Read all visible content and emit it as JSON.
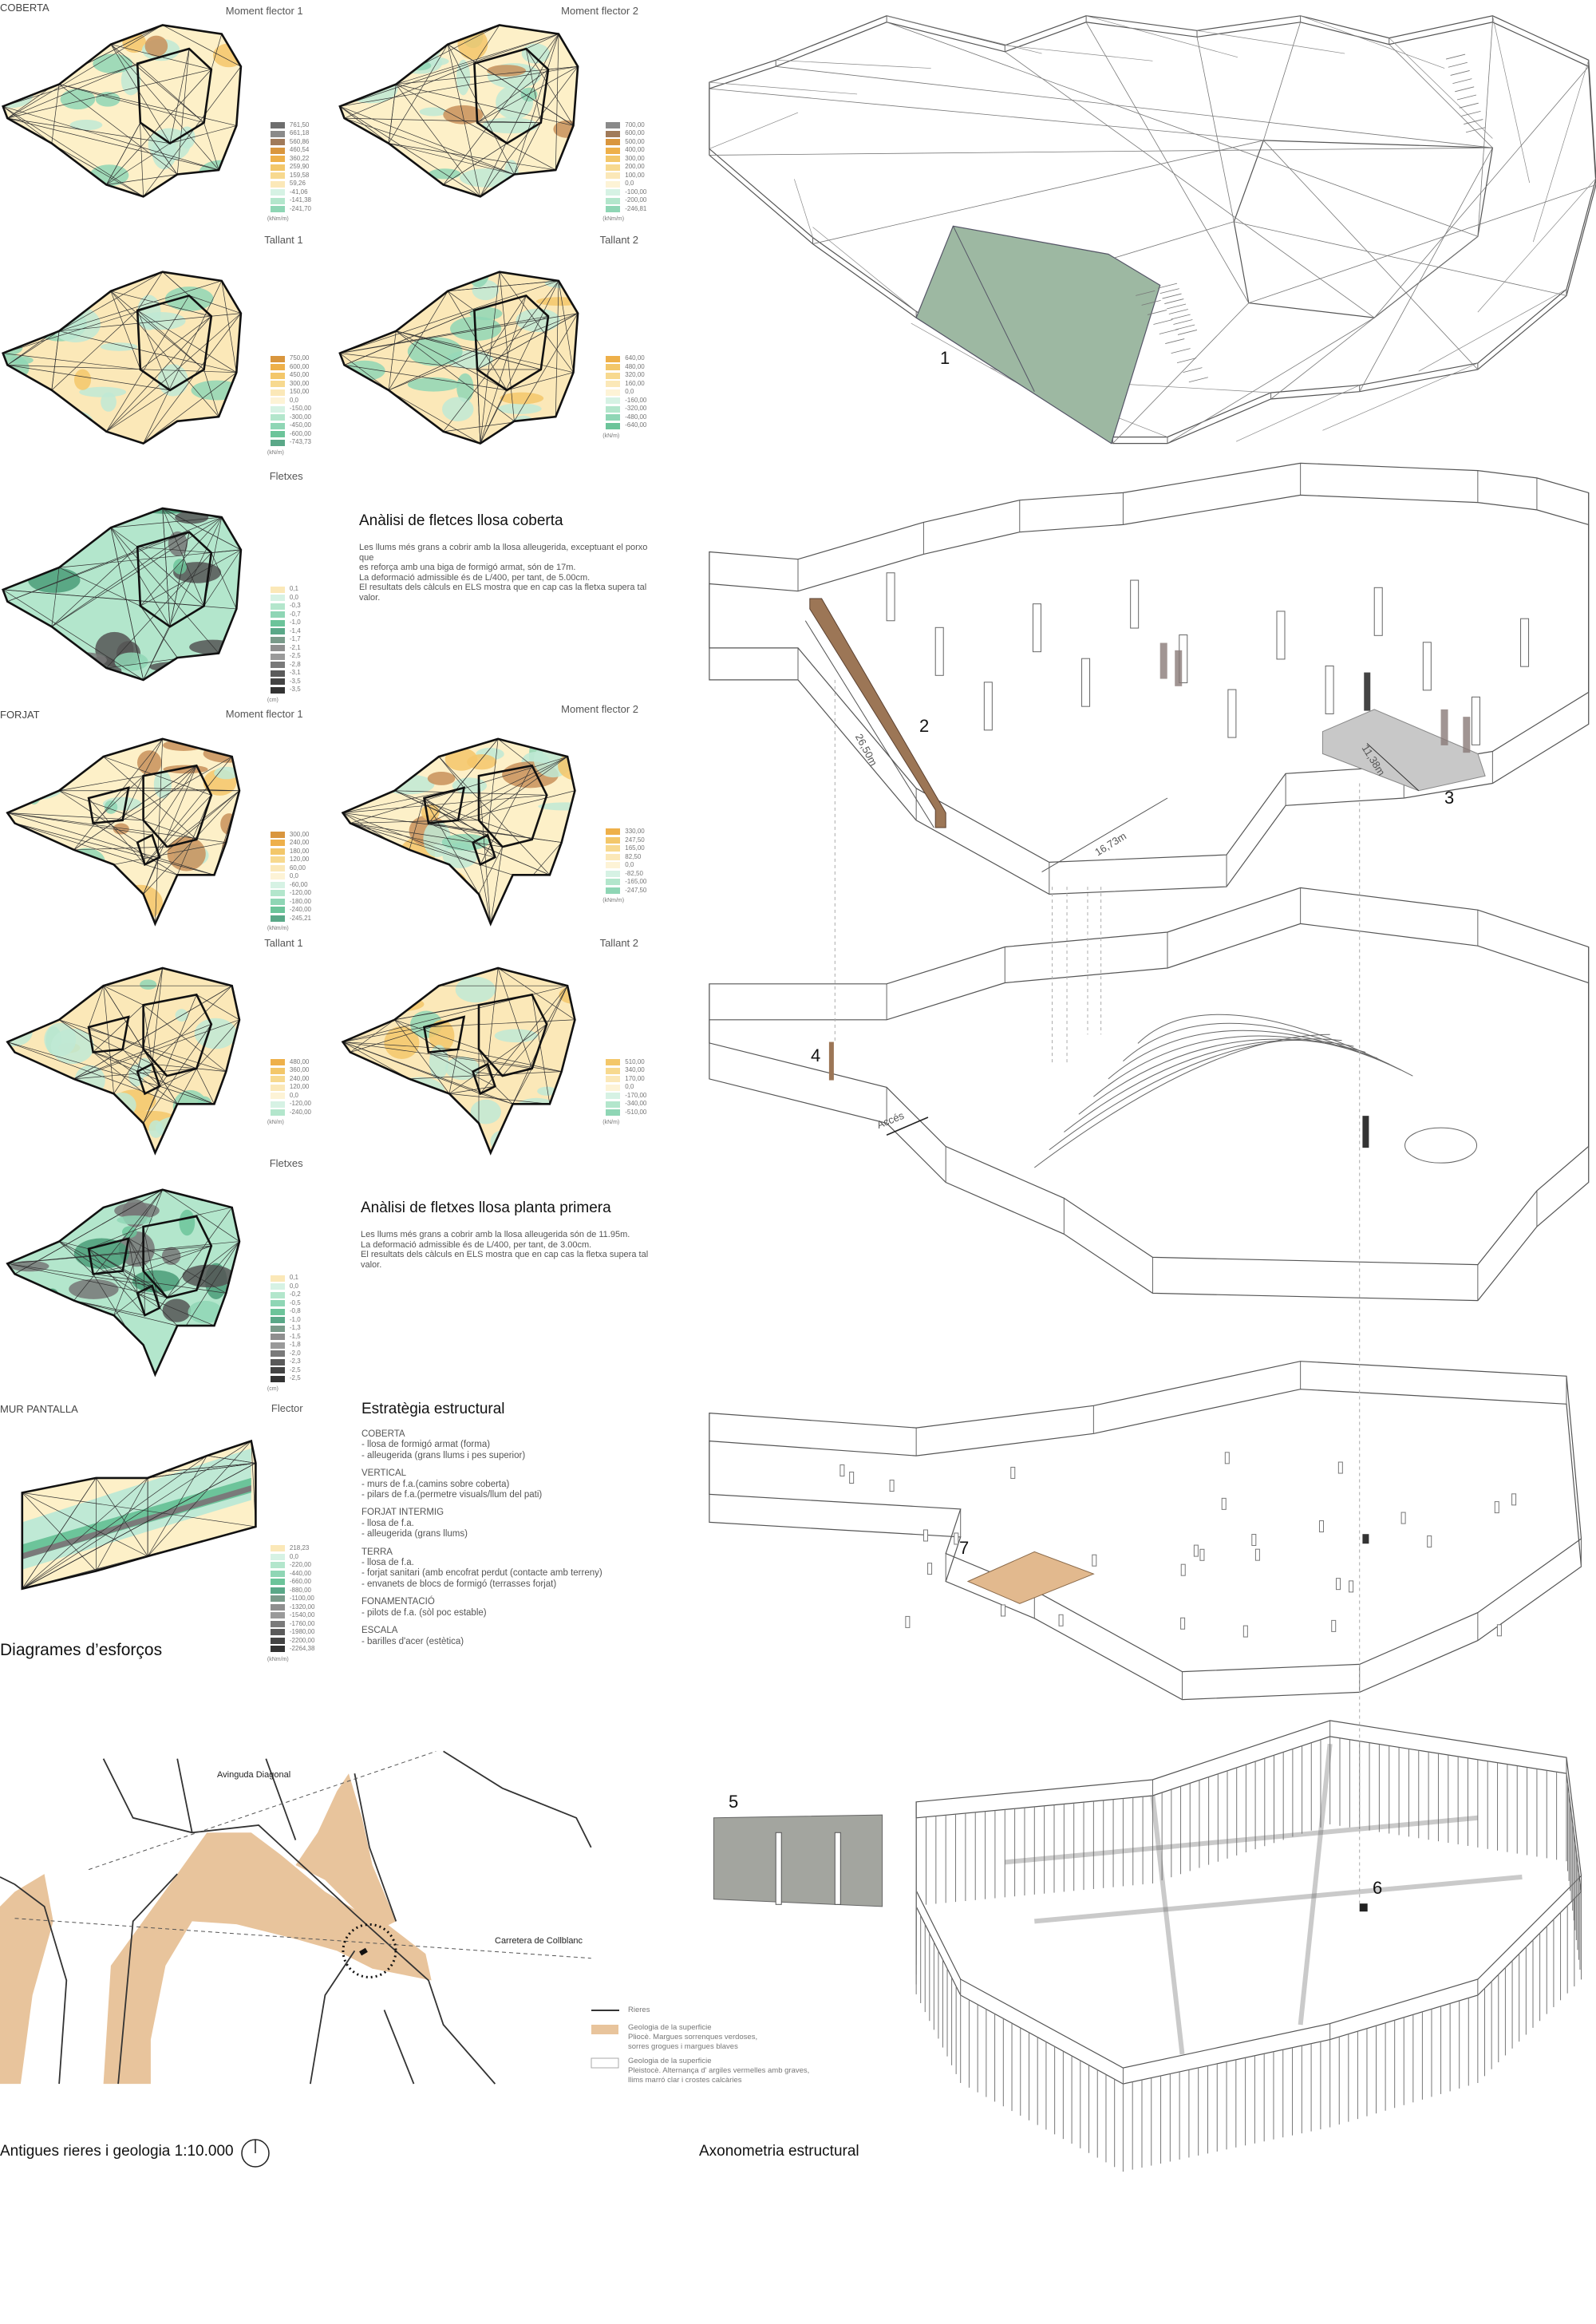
{
  "sections": {
    "coberta": "COBERTA",
    "forjat": "FORJAT",
    "mur": "MUR PANTALLA"
  },
  "plots": [
    {
      "label": "Moment flector 1",
      "kind": "moment",
      "legend": {
        "values": [
          "761,50",
          "661,18",
          "560,86",
          "460,54",
          "360,22",
          "259,90",
          "159,58",
          "59,26",
          "-41,06",
          "-141,38",
          "-241,70"
        ],
        "unit": "(kNm/m)"
      }
    },
    {
      "label": "Moment flector 2",
      "kind": "moment",
      "legend": {
        "values": [
          "700,00",
          "600,00",
          "500,00",
          "400,00",
          "300,00",
          "200,00",
          "100,00",
          "0,0",
          "-100,00",
          "-200,00",
          "-246,81"
        ],
        "unit": "(kNm/m)"
      }
    },
    {
      "label": "Tallant 1",
      "kind": "shear",
      "legend": {
        "values": [
          "750,00",
          "600,00",
          "450,00",
          "300,00",
          "150,00",
          "0,0",
          "-150,00",
          "-300,00",
          "-450,00",
          "-600,00",
          "-743,73"
        ],
        "unit": "(kN/m)"
      }
    },
    {
      "label": "Tallant 2",
      "kind": "shear",
      "legend": {
        "values": [
          "640,00",
          "480,00",
          "320,00",
          "160,00",
          "0,0",
          "-160,00",
          "-320,00",
          "-480,00",
          "-640,00"
        ],
        "unit": "(kN/m)"
      }
    },
    {
      "label": "Fletxes",
      "kind": "deflection",
      "legend": {
        "values": [
          "0,1",
          "0,0",
          "-0,3",
          "-0,7",
          "-1,0",
          "-1,4",
          "-1,7",
          "-2,1",
          "-2,5",
          "-2,8",
          "-3,1",
          "-3,5",
          "-3,5"
        ],
        "unit": "(cm)"
      }
    },
    {
      "label": "Moment flector 1",
      "kind": "moment",
      "legend": {
        "values": [
          "300,00",
          "240,00",
          "180,00",
          "120,00",
          "60,00",
          "0,0",
          "-60,00",
          "-120,00",
          "-180,00",
          "-240,00",
          "-245,21"
        ],
        "unit": "(kNm/m)"
      }
    },
    {
      "label": "Moment flector 2",
      "kind": "moment",
      "legend": {
        "values": [
          "330,00",
          "247,50",
          "165,00",
          "82,50",
          "0,0",
          "-82,50",
          "-165,00",
          "-247,50"
        ],
        "unit": "(kNm/m)"
      }
    },
    {
      "label": "Tallant 1",
      "kind": "shear",
      "legend": {
        "values": [
          "480,00",
          "360,00",
          "240,00",
          "120,00",
          "0,0",
          "-120,00",
          "-240,00"
        ],
        "unit": "(kN/m)"
      }
    },
    {
      "label": "Tallant 2",
      "kind": "shear",
      "legend": {
        "values": [
          "510,00",
          "340,00",
          "170,00",
          "0,0",
          "-170,00",
          "-340,00",
          "-510,00"
        ],
        "unit": "(kN/m)"
      }
    },
    {
      "label": "Fletxes",
      "kind": "deflection",
      "legend": {
        "values": [
          "0,1",
          "0,0",
          "-0,2",
          "-0,5",
          "-0,8",
          "-1,0",
          "-1,3",
          "-1,5",
          "-1,8",
          "-2,0",
          "-2,3",
          "-2,5",
          "-2,5"
        ],
        "unit": "(cm)"
      }
    },
    {
      "label": "Flector",
      "kind": "wall",
      "legend": {
        "values": [
          "218,23",
          "0,0",
          "-220,00",
          "-440,00",
          "-660,00",
          "-880,00",
          "-1100,00",
          "-1320,00",
          "-1540,00",
          "-1760,00",
          "-1980,00",
          "-2200,00",
          "-2264,38"
        ],
        "unit": "(kNm/m)"
      }
    }
  ],
  "analysis_coberta": {
    "title": "Anàlisi de fletces llosa coberta",
    "lines": [
      "Les llums més grans a cobrir amb la llosa alleugerida, exceptuant el porxo",
      "que",
      "es reforça amb una biga de formigó armat, són de 17m.",
      "La deformació admissible és de L/400, per tant, de 5.00cm.",
      "El resultats dels càlculs en ELS mostra que en cap cas la fletxa supera tal",
      "valor."
    ]
  },
  "analysis_forjat": {
    "title": "Anàlisi de fletxes llosa planta primera",
    "lines": [
      "Les llums més grans a cobrir amb la llosa alleugerida són de 11.95m.",
      "La deformació admissible és de L/400, per tant, de 3.00cm.",
      "El resultats dels càlculs en ELS mostra que en cap cas la fletxa supera tal",
      "valor."
    ]
  },
  "strategy": {
    "title": "Estratègia estructural",
    "groups": [
      {
        "name": "COBERTA",
        "items": [
          "- llosa de formigó armat (forma)",
          "- alleugerida (grans llums i pes superior)"
        ]
      },
      {
        "name": "VERTICAL",
        "items": [
          "- murs de f.a.(camins sobre coberta)",
          "- pilars de f.a.(permetre visuals/llum del pati)"
        ]
      },
      {
        "name": "FORJAT INTERMIG",
        "items": [
          "- llosa de f.a.",
          "- alleugerida (grans llums)"
        ]
      },
      {
        "name": "TERRA",
        "items": [
          "- llosa de f.a.",
          "- forjat sanitari (amb encofrat perdut (contacte amb terreny)",
          "- envanets de blocs de formigó (terrasses forjat)"
        ]
      },
      {
        "name": "FONAMENTACIÓ",
        "items": [
          "- pilots de f.a. (sòl poc estable)"
        ]
      },
      {
        "name": "ESCALA",
        "items": [
          "- barilles d'acer (estètica)"
        ]
      }
    ]
  },
  "diagrams_title": "Diagrames d’esforços",
  "map": {
    "title": "Antigues rieres i geologia 1:10.000",
    "labels": {
      "diagonal": "Avinguda Diagonal",
      "collblanc": "Carretera de Collblanc"
    },
    "legend": {
      "rieres": "Rieres",
      "plioce": [
        "Geologia de la superficie",
        "Pliocè. Margues sorrenques verdoses,",
        "sorres grogues i margues blaves"
      ],
      "pleistoce": [
        "Geologia de la superficie",
        "Pleistocè. Alternança d' argiles vermelles amb graves,",
        "llims marró clar i crostes calcàries"
      ]
    },
    "colors": {
      "geology": "#e8c49c",
      "river": "#333333"
    }
  },
  "axon": {
    "title": "Axonometria estructural",
    "markers": [
      "1",
      "2",
      "3",
      "4",
      "5",
      "6",
      "7"
    ],
    "dims": {
      "d1": "26,50m",
      "d2": "16,73m",
      "d3": "11,38m"
    },
    "access": "Accés",
    "colors": {
      "roof_area": "#9db8a2",
      "beam": "#9c7656",
      "plate": "#c8c8c8",
      "slab": "#e2b98e",
      "wall_panel": "#a3a59f"
    }
  }
}
